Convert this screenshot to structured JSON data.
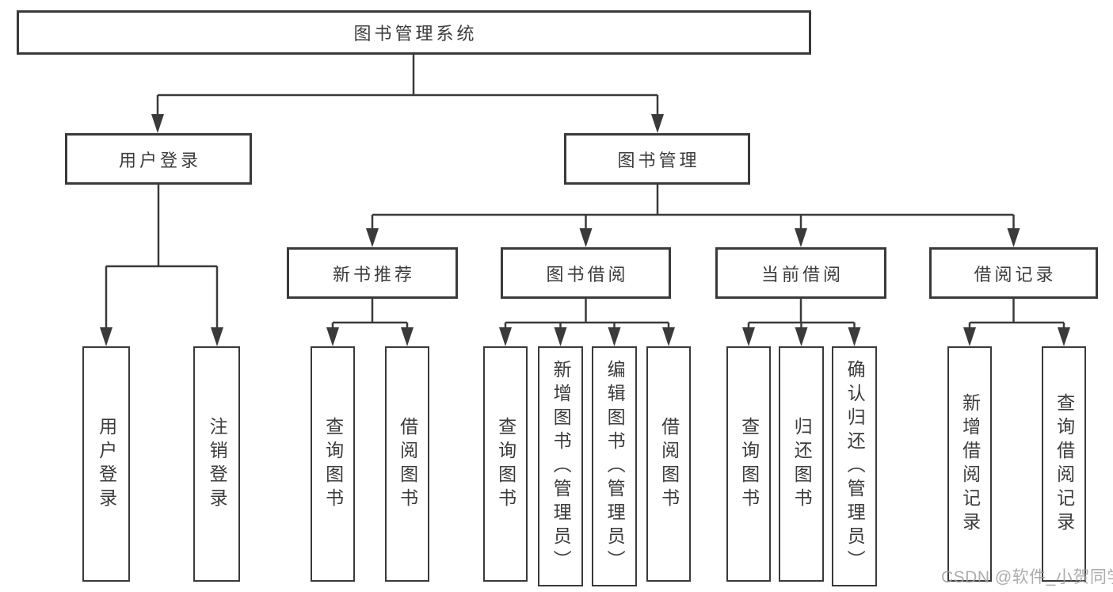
{
  "diagram": {
    "root_label": "图书管理系统",
    "branches": [
      {
        "label": "用户登录",
        "children": [
          {
            "label": "用户登录"
          },
          {
            "label": "注销登录"
          }
        ]
      },
      {
        "label": "图书管理",
        "children": [
          {
            "label": "新书推荐",
            "children": [
              {
                "label": "查询图书"
              },
              {
                "label": "借阅图书"
              }
            ]
          },
          {
            "label": "图书借阅",
            "children": [
              {
                "label": "查询图书"
              },
              {
                "label": "新增图书（管理员）"
              },
              {
                "label": "编辑图书（管理员）"
              },
              {
                "label": "借阅图书"
              }
            ]
          },
          {
            "label": "当前借阅",
            "children": [
              {
                "label": "查询图书"
              },
              {
                "label": "归还图书"
              },
              {
                "label": "确认归还（管理员）"
              }
            ]
          },
          {
            "label": "借阅记录",
            "children": [
              {
                "label": "新增借阅记录"
              },
              {
                "label": "查询借阅记录"
              }
            ]
          }
        ]
      }
    ]
  },
  "watermark": {
    "text": "CSDN @软件_小贺同学"
  },
  "colors": {
    "line": "#3a3a3a",
    "text": "#3c3c3c",
    "box_background": "#ffffff",
    "page_background": "#ffffff",
    "watermark": "#9e9e9e"
  }
}
